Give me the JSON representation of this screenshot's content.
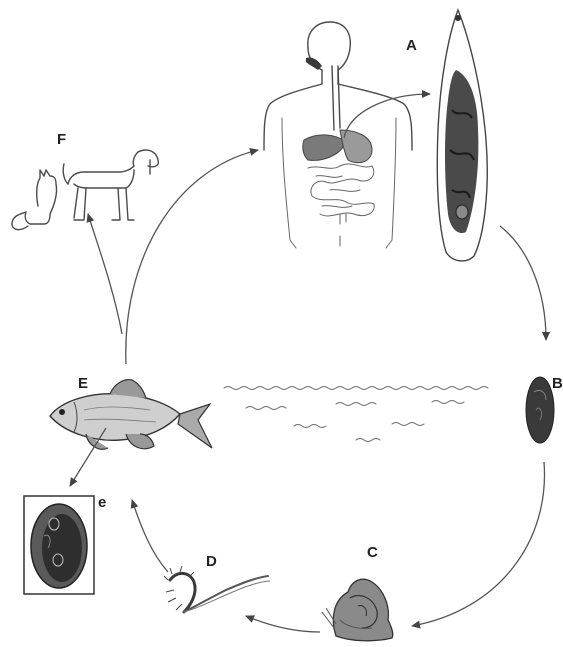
{
  "labels": {
    "human": "A",
    "egg": "B",
    "snail": "C",
    "cercaria": "D",
    "fish": "E",
    "cyst": "e",
    "reservoir_hosts": "F"
  },
  "icons": [
    "human-torso-icon",
    "adult-fluke-icon",
    "egg-icon",
    "snail-icon",
    "cercaria-icon",
    "fish-icon",
    "metacercaria-cyst-icon",
    "cat-icon",
    "dog-icon",
    "water-ripples"
  ],
  "colors": {
    "ink": "#4a4a4a",
    "dark_fill": "#3a3a3a",
    "mid_fill": "#7a7a7a",
    "paper": "#ffffff"
  }
}
